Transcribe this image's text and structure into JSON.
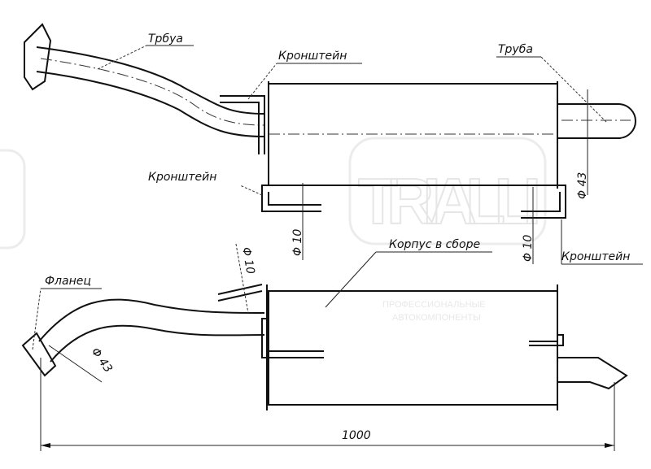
{
  "watermark": {
    "brand": "TRIALLI",
    "tagline_1": "ПРОФЕССИОНАЛЬНЫЕ",
    "tagline_2": "АВТОКОМПОНЕНТЫ"
  },
  "labels": {
    "pipe_front": "Трбуа",
    "bracket_top": "Кронштейн",
    "pipe_rear": "Труба",
    "bracket_left": "Кронштейн",
    "bracket_right": "Кронштейн",
    "housing": "Корпус в сборе",
    "flange": "Фланец"
  },
  "dimensions": {
    "tail_diameter": "Φ 43",
    "bracket_left_diameter": "Φ 10",
    "bracket_right_diameter": "Φ 10",
    "bracket_side_diameter": "Φ 10",
    "front_pipe_diameter": "Φ 43",
    "overall_length": "1000"
  }
}
